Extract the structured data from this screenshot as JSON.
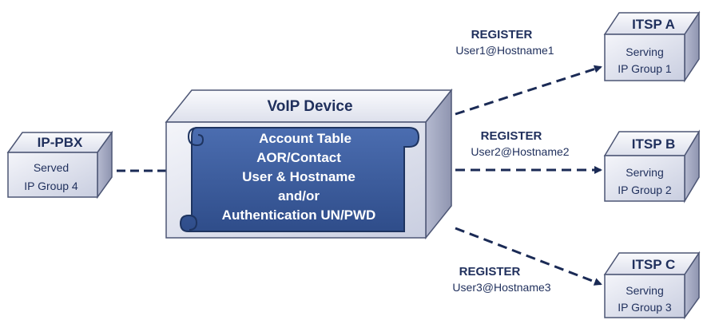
{
  "colors": {
    "box_light": "#eef0f7",
    "box_mid": "#d3d7e6",
    "box_dark": "#a5aac2",
    "outline": "#4d5675",
    "scroll_fill": "#3d5e9e",
    "scroll_edge": "#1e3460",
    "arrow": "#1a2a55",
    "text": "#1f2f5c"
  },
  "ip_pbx": {
    "title": "IP-PBX",
    "line1": "Served",
    "line2": "IP Group 4"
  },
  "voip_device": {
    "title": "VoIP Device",
    "icon": "scroll-icon",
    "account_table": {
      "lines": [
        "Account Table",
        "AOR/Contact",
        "User & Hostname",
        "and/or",
        "Authentication UN/PWD"
      ]
    }
  },
  "itsps": [
    {
      "title": "ITSP A",
      "line1": "Serving",
      "line2": "IP Group 1",
      "register": "REGISTER",
      "user": "User1@Hostname1"
    },
    {
      "title": "ITSP B",
      "line1": "Serving",
      "line2": "IP Group 2",
      "register": "REGISTER",
      "user": "User2@Hostname2"
    },
    {
      "title": "ITSP C",
      "line1": "Serving",
      "line2": "IP Group 3",
      "register": "REGISTER",
      "user": "User3@Hostname3"
    }
  ]
}
